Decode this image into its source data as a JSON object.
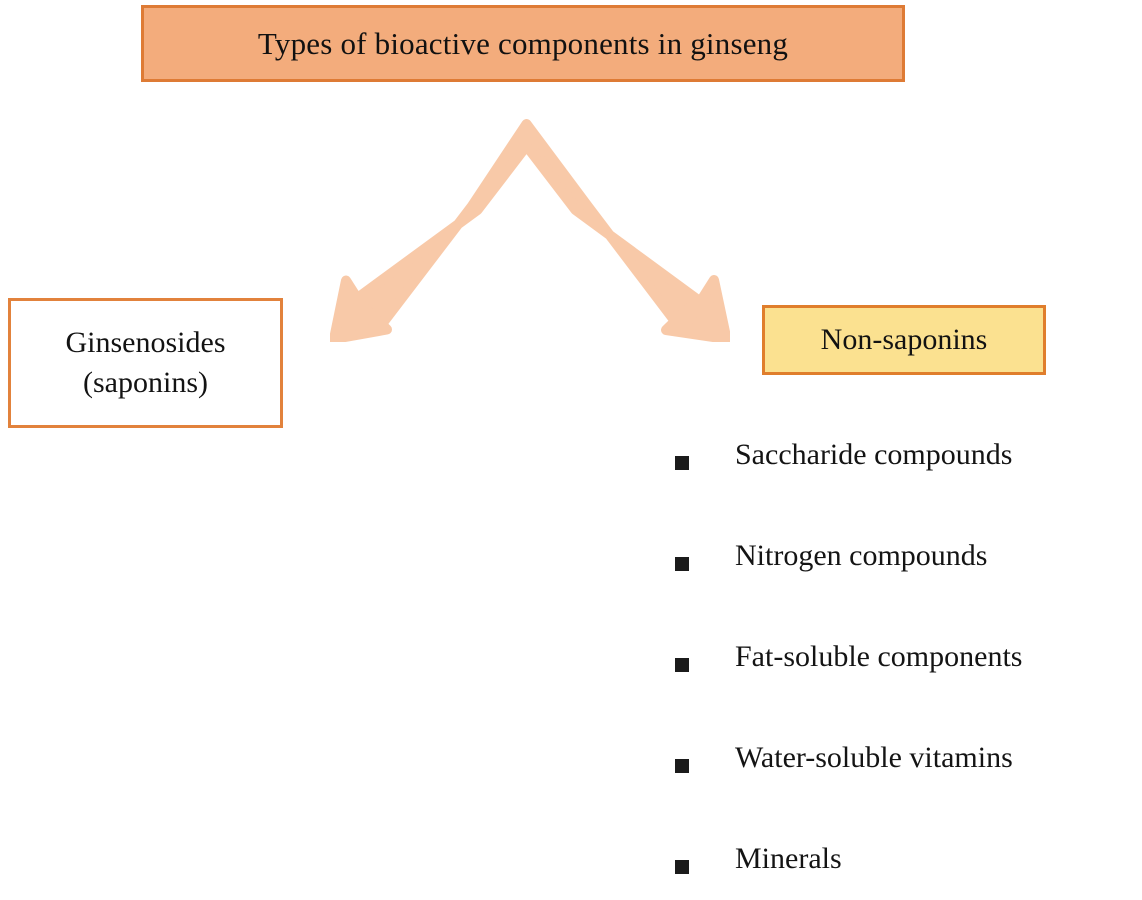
{
  "diagram": {
    "title_box": {
      "label": "Types of bioactive  components  in ginseng",
      "fill_color": "#F3AC7C",
      "border_color": "#DE7B35"
    },
    "arrow": {
      "name": "double-headed-split-arrow",
      "fill_color": "#F8C9A8",
      "direction": "branches down-left and down-right"
    },
    "left_branch": {
      "line1": "Ginsenosides",
      "line2": "(saponins)",
      "fill_color": "#FFFFFF",
      "border_color": "#E2823C"
    },
    "right_branch": {
      "label": "Non-saponins",
      "fill_color": "#FBE190",
      "border_color": "#E07E2C"
    },
    "right_branch_items": [
      {
        "label": "Saccharide compounds"
      },
      {
        "label": "Nitrogen compounds"
      },
      {
        "label": "Fat-soluble components"
      },
      {
        "label": "Water-soluble  vitamins"
      },
      {
        "label": "Minerals"
      }
    ]
  }
}
